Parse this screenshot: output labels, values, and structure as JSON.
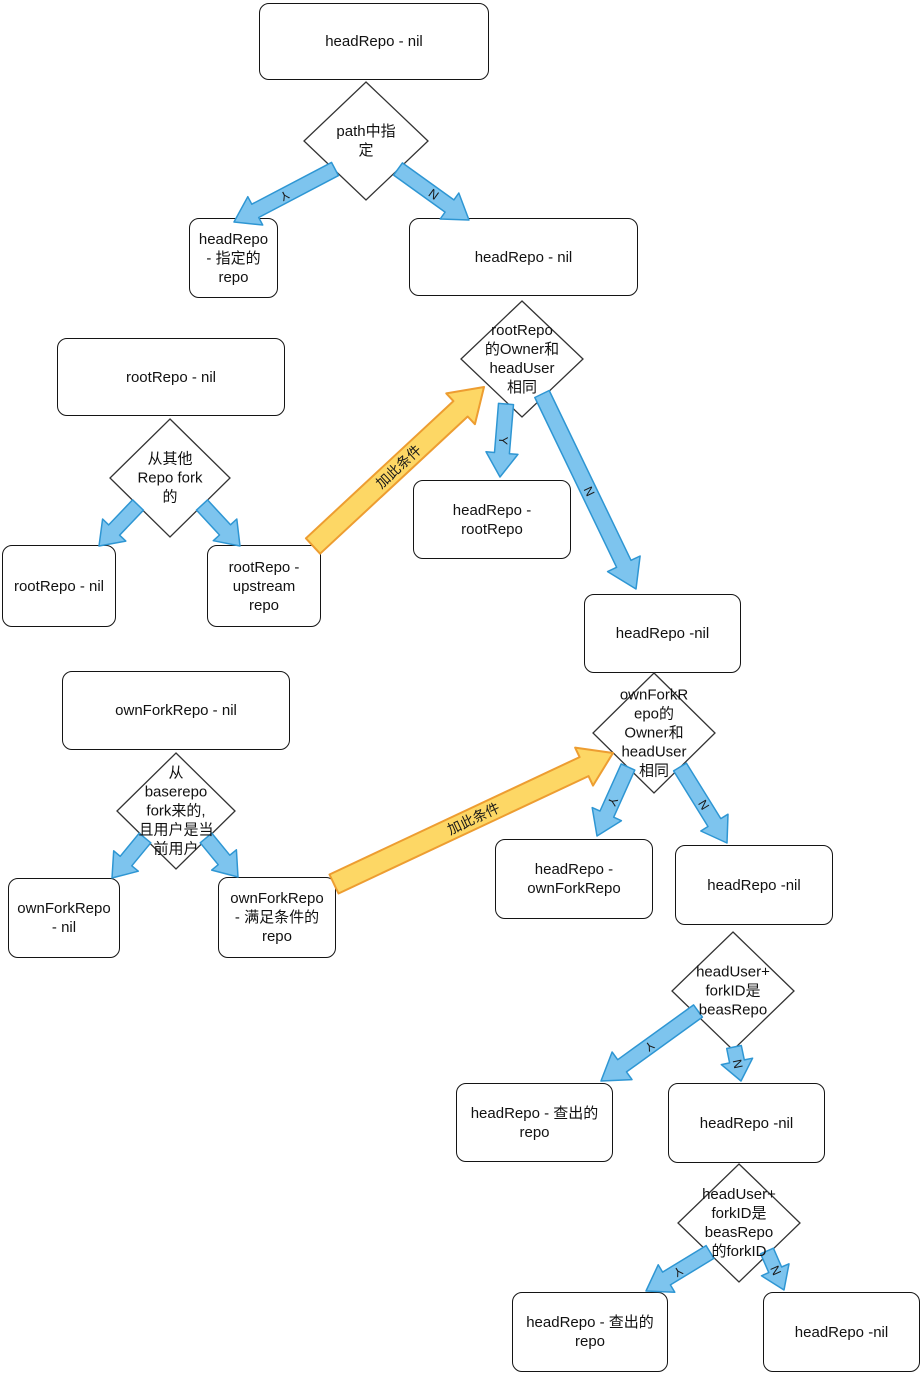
{
  "diagram": {
    "colors": {
      "arrow_blue_fill": "#7DC4EE",
      "arrow_blue_stroke": "#2E96D3",
      "arrow_yellow_fill": "#FDD765",
      "arrow_yellow_stroke": "#ED9D31",
      "shape_fill": "#FFFFFF",
      "shape_stroke": "#333333",
      "text_color": "#111111"
    },
    "nodes": {
      "b1": {
        "label": "headRepo - nil"
      },
      "b2": {
        "label": "headRepo\n- 指定的\nrepo"
      },
      "b3": {
        "label": "headRepo - nil"
      },
      "b4": {
        "label": "rootRepo - nil"
      },
      "b5": {
        "label": "headRepo -\nrootRepo"
      },
      "b6": {
        "label": "headRepo -nil"
      },
      "b7": {
        "label": "rootRepo - nil"
      },
      "b8": {
        "label": "rootRepo -\nupstream\nrepo"
      },
      "b9": {
        "label": "ownForkRepo - nil"
      },
      "b10": {
        "label": "ownForkRepo\n- nil"
      },
      "b11": {
        "label": "ownForkRepo\n- 满足条件的\nrepo"
      },
      "b12": {
        "label": "headRepo -\nownForkRepo"
      },
      "b13": {
        "label": "headRepo -nil"
      },
      "b14": {
        "label": "headRepo - 查出的\nrepo"
      },
      "b15": {
        "label": "headRepo -nil"
      },
      "b16": {
        "label": "headRepo - 查出的\nrepo"
      },
      "b17": {
        "label": "headRepo -nil"
      },
      "d1": {
        "label": "path中指\n定"
      },
      "d2": {
        "label": "rootRepo\n的Owner和\nheadUser\n相同"
      },
      "d3": {
        "label": "从其他\nRepo fork\n的"
      },
      "d4": {
        "label": "从\nbaserepo\nfork来的,\n且用户是当\n前用户"
      },
      "d5": {
        "label": "ownForkR\nepo的\nOwner和\nheadUser\n相同"
      },
      "d6": {
        "label": "headUser+\nforkID是\nbeasRepo"
      },
      "d7": {
        "label": "headUser+\nforkID是\nbeasRepo\n的forkID"
      }
    },
    "edges": {
      "a1": {
        "label": "Y"
      },
      "a2": {
        "label": "N"
      },
      "a3": {
        "label": "Y"
      },
      "a4": {
        "label": "N"
      },
      "a9": {
        "label": "Y"
      },
      "a10": {
        "label": "N"
      },
      "a11": {
        "label": "Y"
      },
      "a12": {
        "label": "N"
      },
      "a13": {
        "label": "Y"
      },
      "a14": {
        "label": "N"
      },
      "ya1": {
        "label": "加此条件"
      },
      "ya2": {
        "label": "加此条件"
      }
    }
  }
}
